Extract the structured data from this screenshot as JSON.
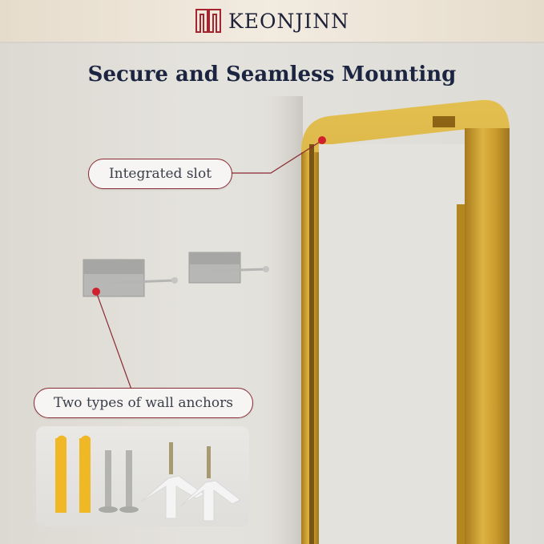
{
  "header": {
    "brand": "KEONJINN",
    "logo_icon": "keonjinn-logo-icon",
    "colors": {
      "logo_red": "#a5242d",
      "text_navy": "#1e2238"
    }
  },
  "title": "Secure and Seamless Mounting",
  "callouts": [
    {
      "label": "Integrated slot"
    },
    {
      "label": "Two types of wall anchors"
    }
  ],
  "illustration": {
    "mirror_frame_color": "#c99a2c",
    "marker_color": "#d0202e",
    "leader_line_color": "#8a2b33",
    "hardware_items": [
      "yellow-plastic-anchor",
      "yellow-plastic-anchor",
      "self-tapping-screw",
      "self-tapping-screw",
      "drywall-toggle-anchor",
      "drywall-toggle-anchor"
    ],
    "wall_brackets": 2
  }
}
